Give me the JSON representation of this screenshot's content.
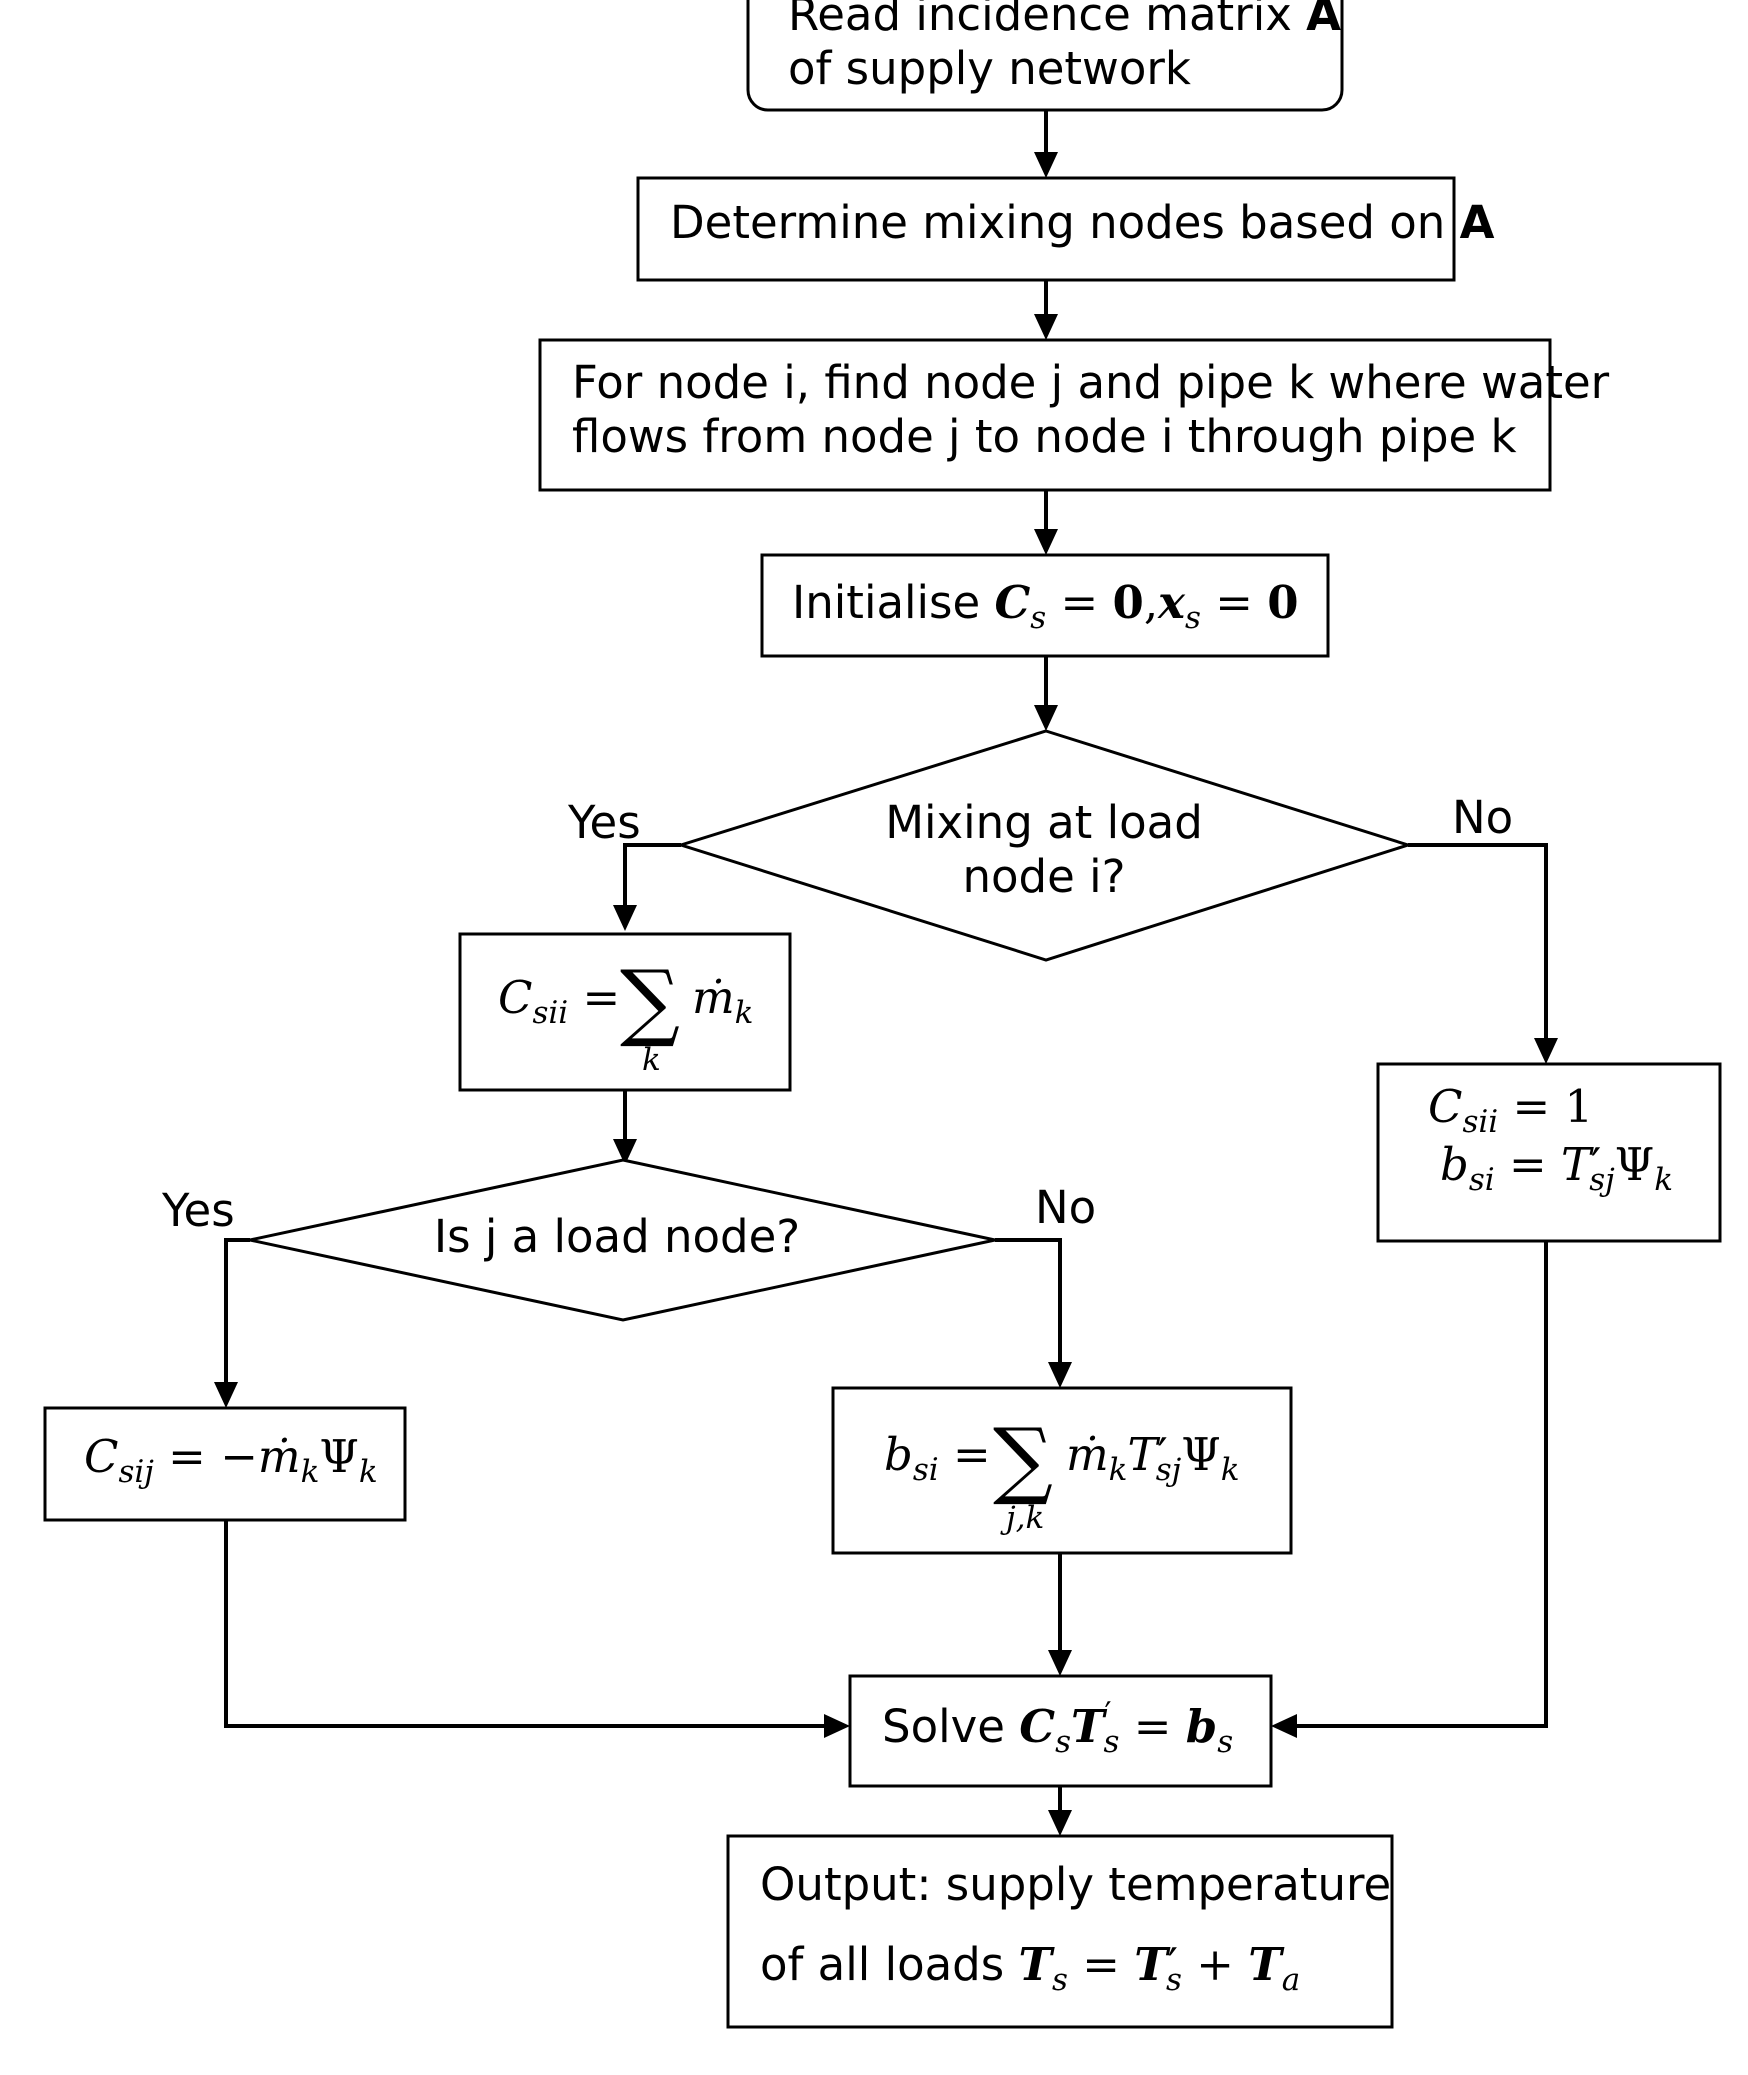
{
  "nodes": {
    "read_matrix": {
      "line1": "Read incidence matrix",
      "line1_bold": "A",
      "line2": "of supply network"
    },
    "mixing_nodes": {
      "text": "Determine mixing nodes based on",
      "bold": "A"
    },
    "find_pipe": {
      "line1": "For node i, find node j and pipe k where water",
      "line2": "flows from node j to node i through pipe k"
    },
    "initialise": {
      "label": "Initialise",
      "C": "C",
      "C_sub": "s",
      "eq": " = ",
      "zero": "0",
      "x": "x",
      "x_sub": "s",
      "comma": ","
    },
    "decision_mixing": {
      "line1": "Mixing at load",
      "line2": "node i?",
      "yes": "Yes",
      "no": "No"
    },
    "csii_sum": {
      "C": "C",
      "C_sub": "sii",
      "eq": " = ",
      "sigma": "∑",
      "sigma_sub": "k",
      "m": "ṁ",
      "m_sub": "k"
    },
    "csii_one": {
      "C": "C",
      "C_sub": "sii",
      "eq1": " = 1",
      "b": "b",
      "b_sub": "si",
      "eq2": " = ",
      "T": "T",
      "T_prime": "′",
      "T_sub": "sj",
      "psi": "Ψ",
      "psi_sub": "k"
    },
    "decision_load": {
      "text": "Is j a load node?",
      "yes": "Yes",
      "no": "No"
    },
    "csij": {
      "C": "C",
      "C_sub": "sij",
      "eq": " = −",
      "m": "ṁ",
      "m_sub": "k",
      "psi": "Ψ",
      "psi_sub": "k"
    },
    "bsi_sum": {
      "b": "b",
      "b_sub": "si",
      "eq": " = ",
      "sigma": "∑",
      "sigma_sub": "j,k",
      "m": "ṁ",
      "m_sub": "k",
      "T": "T",
      "T_prime": "′",
      "T_sub": "sj",
      "psi": "Ψ",
      "psi_sub": "k"
    },
    "solve": {
      "label": "Solve",
      "C": "C",
      "C_sub": "s",
      "T": "T",
      "T_sup": "′",
      "T_sub": "s",
      "eq": " = ",
      "b": "b",
      "b_sub": "s"
    },
    "output": {
      "line1": "Output: supply temperature",
      "line2": "of all loads",
      "T": "T",
      "T_sub": "s",
      "eq": " = ",
      "T2": "T",
      "T2_prime": "′",
      "T2_sub": "s",
      "plus": " + ",
      "T3": "T",
      "T3_sub": "a"
    }
  }
}
